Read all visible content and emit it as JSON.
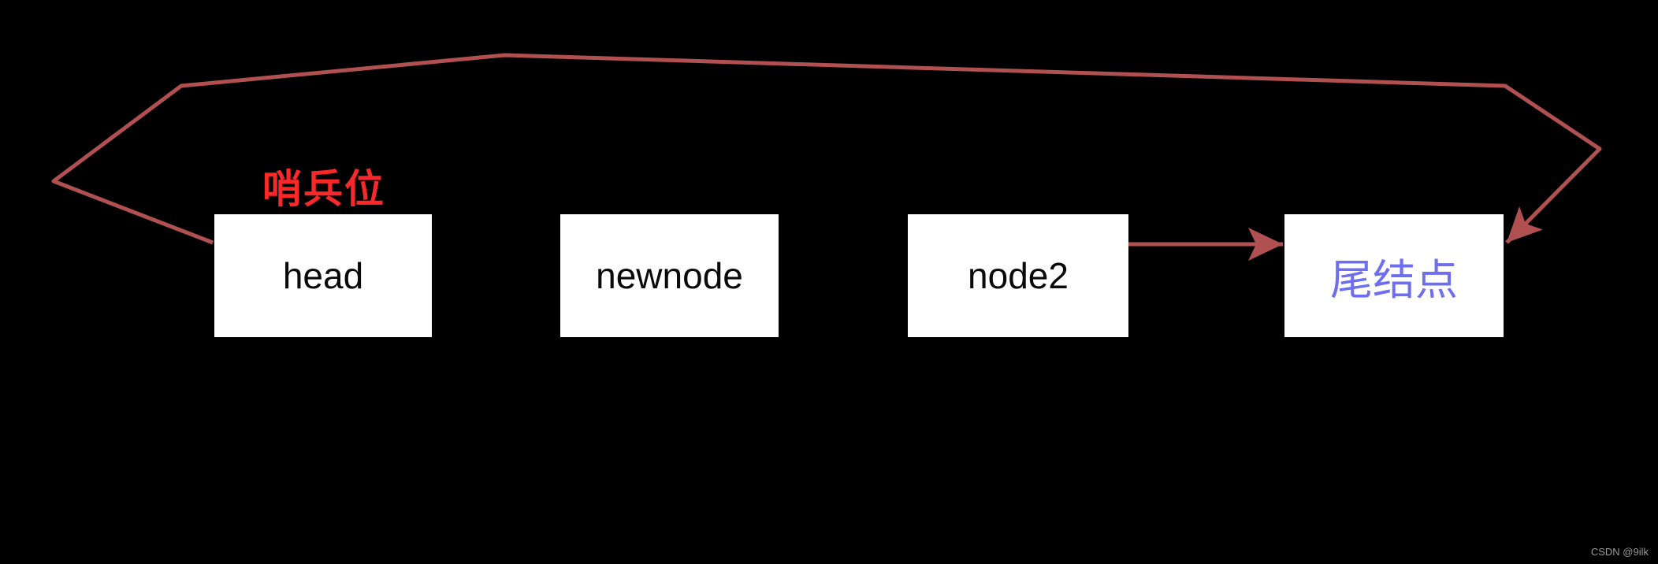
{
  "diagram": {
    "sentinel_label": "哨兵位",
    "nodes": [
      {
        "id": "head",
        "label": "head"
      },
      {
        "id": "newnode",
        "label": "newnode"
      },
      {
        "id": "node2",
        "label": "node2"
      },
      {
        "id": "tail",
        "label": "尾结点"
      }
    ],
    "arrows": [
      {
        "id": "next-pointer",
        "from": "node2",
        "to": "尾结点"
      },
      {
        "id": "sentinel-loop",
        "from": "head",
        "to": "尾结点"
      }
    ]
  },
  "watermark": {
    "text": "CSDN @9ilk"
  },
  "colors": {
    "background": "#000000",
    "node_fill": "#ffffff",
    "node_text": "#0a0a0a",
    "tail_text": "#6e6ef0",
    "sentinel_text": "#fa2828",
    "arrow": "#b15050",
    "watermark_text": "#999999"
  }
}
